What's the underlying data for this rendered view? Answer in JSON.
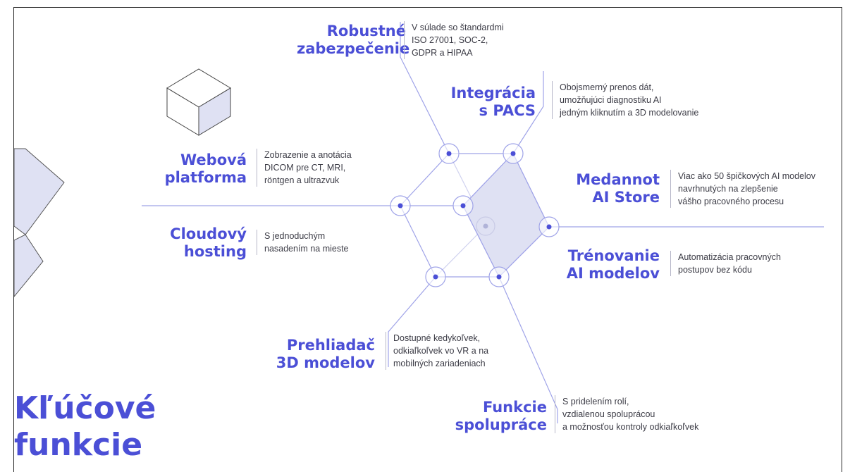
{
  "heading": "Kľúčové\nfunkcie",
  "features": [
    {
      "id": "security",
      "title": "Robustné\nzabezpečenie",
      "desc": "V súlade so štandardmi\nISO 27001, SOC-2,\nGDPR a HIPAA"
    },
    {
      "id": "pacs",
      "title": "Integrácia\ns PACS",
      "desc": "Obojsmerný prenos dát,\numožňujúci diagnostiku AI\njedným kliknutím a 3D modelovanie"
    },
    {
      "id": "web",
      "title": "Webová\nplatforma",
      "desc": "Zobrazenie a anotácia\nDICOM pre CT, MRI,\nröntgen a ultrazvuk"
    },
    {
      "id": "store",
      "title": "Medannot\nAI Store",
      "desc": "Viac ako 50 špičkových AI modelov\nnavrhnutých na zlepšenie\nvášho pracovného procesu"
    },
    {
      "id": "cloud",
      "title": "Cloudový\nhosting",
      "desc": "S jednoduchým\nnasadením na mieste"
    },
    {
      "id": "training",
      "title": "Trénovanie\nAI modelov",
      "desc": "Automatizácia pracovných\npostupov bez kódu"
    },
    {
      "id": "viewer",
      "title": "Prehliadač\n3D modelov",
      "desc": "Dostupné kedykoľvek,\nodkiaľkoľvek vo VR a na\nmobilných zariadeniach"
    },
    {
      "id": "collab",
      "title": "Funkcie\nspolupráce",
      "desc": "S pridelením rolí,\nvzdialenou spoluprácou\na možnosťou kontroly odkiaľkoľvek"
    }
  ],
  "colors": {
    "accent": "#4b4fd6",
    "line": "#9fa3e8",
    "fill": "#dfe1f3",
    "text": "#3c3c46"
  }
}
